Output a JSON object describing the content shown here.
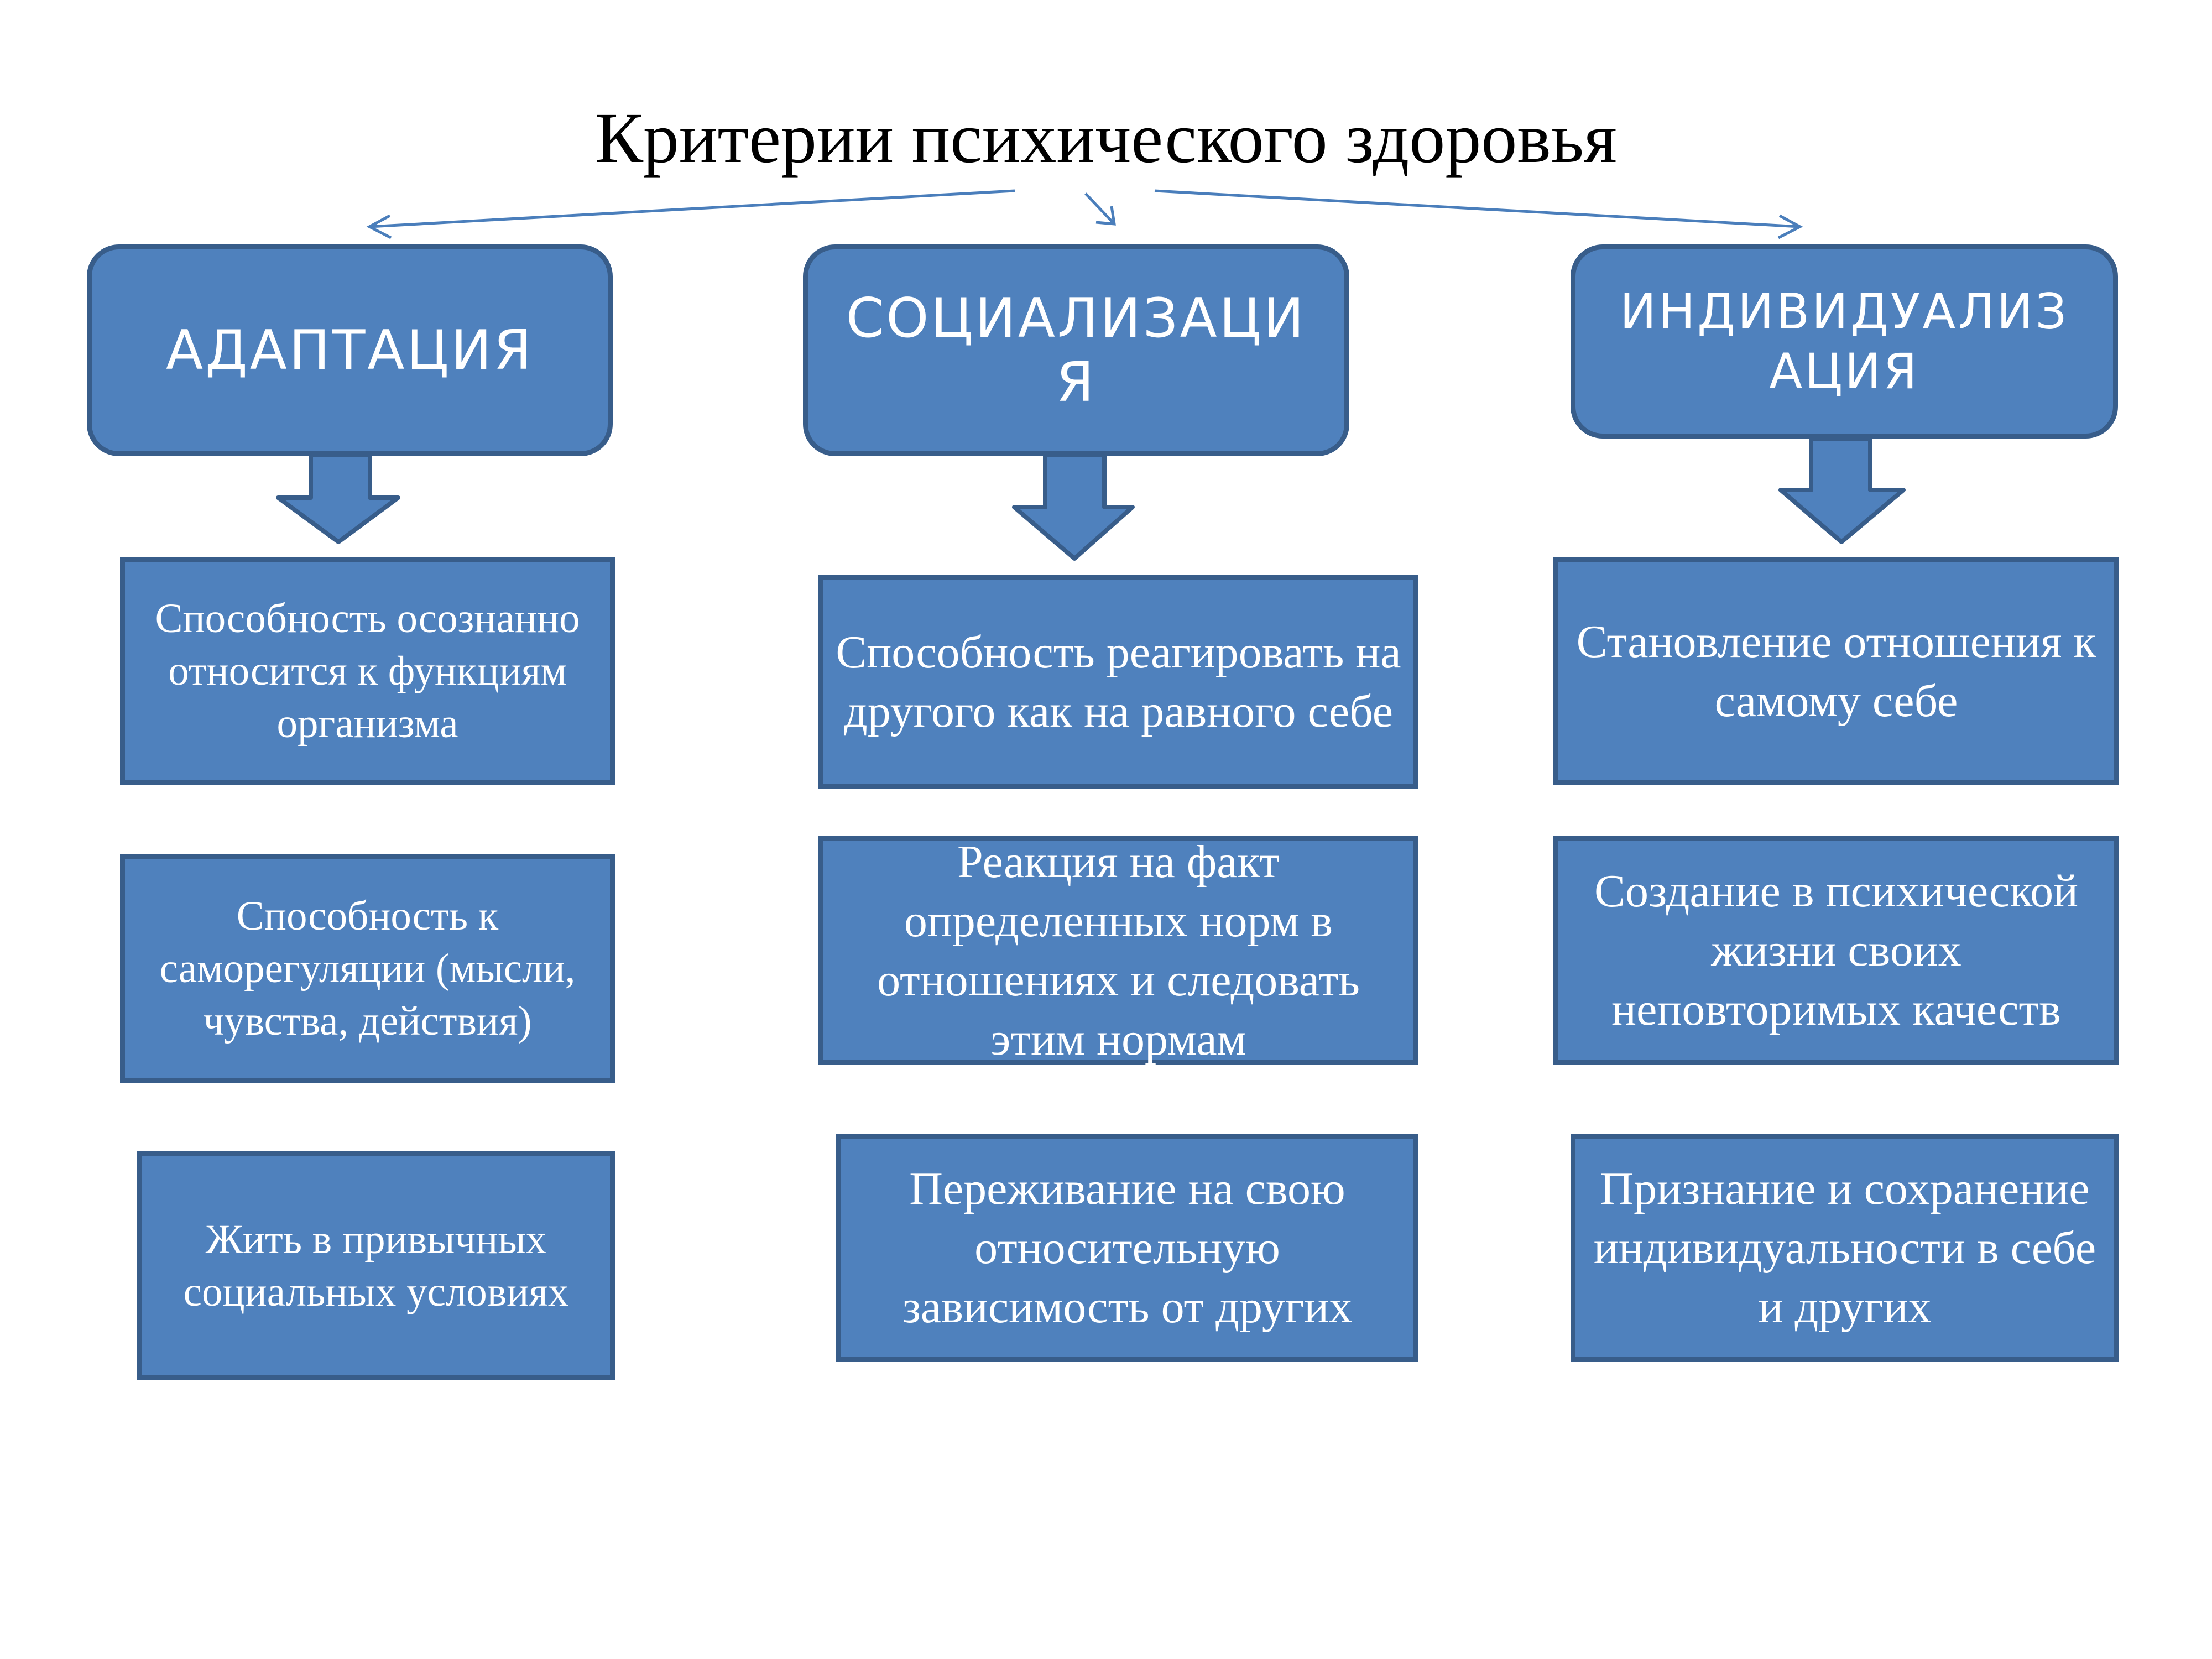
{
  "title": "Критерии психического здоровья",
  "colors": {
    "fill": "#4f81bd",
    "border": "#385d8a",
    "connector": "#4a7ebb"
  },
  "columns": [
    {
      "header": "АДАПТАЦИЯ",
      "items": [
        "Способность осознанно относится  к функциям  организма",
        "Способность к саморегуляции (мысли, чувства, действия)",
        "Жить в привычных социальных условиях"
      ]
    },
    {
      "header": "СОЦИАЛИЗАЦИЯ",
      "items": [
        "Способность реагировать на другого как на  равного себе",
        "Реакция на факт  определенных норм в отношениях и следовать этим нормам",
        "Переживание на свою относительную зависимость от других"
      ]
    },
    {
      "header": "ИНДИВИДУАЛИЗАЦИЯ",
      "items": [
        "Становление отношения к самому себе",
        "Создание  в психической жизни своих неповторимых качеств",
        "Признание и сохранение индивидуальности в себе и других"
      ]
    }
  ]
}
